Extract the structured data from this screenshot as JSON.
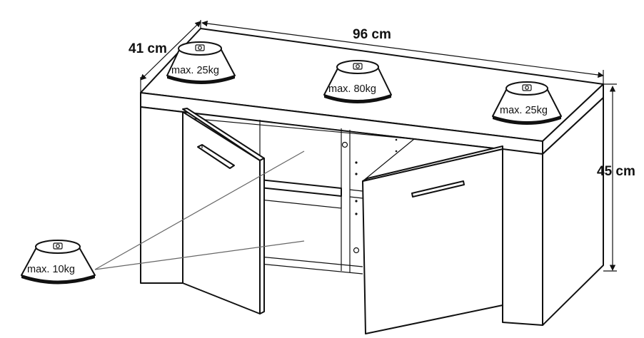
{
  "dimensions": {
    "width": "96 cm",
    "depth": "41 cm",
    "height": "45 cm"
  },
  "load_labels": {
    "top_left": "max. 25kg",
    "top_center": "max. 80kg",
    "top_right": "max. 25kg",
    "shelf": "max. 10kg"
  },
  "colors": {
    "stroke": "#111111",
    "background": "#ffffff"
  }
}
